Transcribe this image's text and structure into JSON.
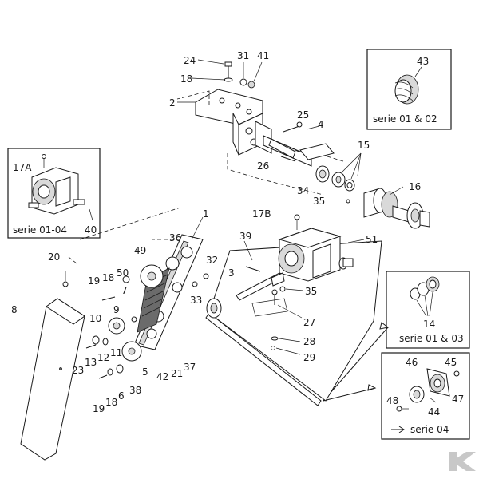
{
  "callouts": {
    "c1": "1",
    "c2": "2",
    "c3": "3",
    "c4": "4",
    "c5": "5",
    "c6": "6",
    "c7": "7",
    "c8": "8",
    "c9": "9",
    "c10": "10",
    "c11": "11",
    "c12": "12",
    "c13": "13",
    "c14": "14",
    "c15": "15",
    "c16": "16",
    "c17a": "17A",
    "c17b": "17B",
    "c18a": "18",
    "c18b": "18",
    "c18c": "18",
    "c19a": "19",
    "c19b": "19",
    "c20": "20",
    "c21": "21",
    "c23": "23",
    "c24": "24",
    "c25": "25",
    "c26": "26",
    "c27": "27",
    "c28": "28",
    "c29": "29",
    "c31": "31",
    "c32": "32",
    "c33": "33",
    "c34": "34",
    "c35a": "35",
    "c35b": "35",
    "c36": "36",
    "c37": "37",
    "c38": "38",
    "c39": "39",
    "c40": "40",
    "c41": "41",
    "c42": "42",
    "c43": "43",
    "c44": "44",
    "c45": "45",
    "c46": "46",
    "c47": "47",
    "c48": "48",
    "c49": "49",
    "c50": "50",
    "c51": "51"
  },
  "insets": {
    "top_right_caption": "serie 01 & 02",
    "left_caption": "serie 01-04",
    "mid_right_caption": "serie 01 & 03",
    "bottom_right_caption": "serie 04"
  },
  "logo": {
    "letter": "K",
    "color": "#c8c8c8"
  },
  "colors": {
    "line": "#1a1a1a",
    "background": "#ffffff",
    "shade": "#d9d9d9"
  }
}
